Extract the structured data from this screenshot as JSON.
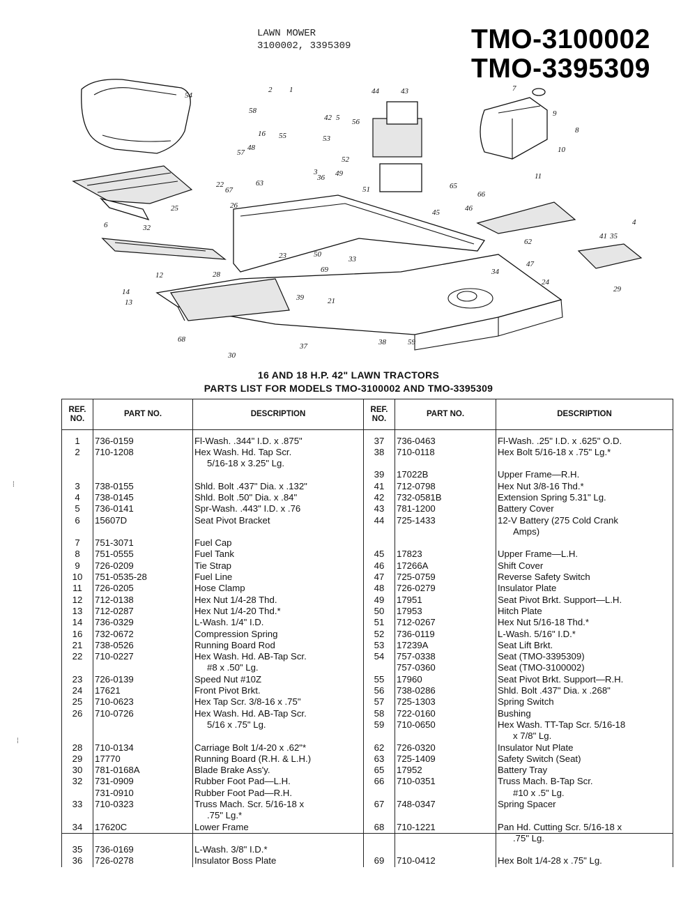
{
  "header": {
    "product": "LAWN MOWER",
    "models_line": "3100002, 3395309",
    "model_1": "TMO-3100002",
    "model_2": "TMO-3395309"
  },
  "diagram": {
    "callouts": [
      "1",
      "2",
      "3",
      "4",
      "5",
      "6",
      "7",
      "8",
      "9",
      "10",
      "11",
      "12",
      "13",
      "14",
      "16",
      "21",
      "22",
      "23",
      "24",
      "25",
      "26",
      "28",
      "29",
      "30",
      "32",
      "33",
      "34",
      "35",
      "36",
      "37",
      "38",
      "39",
      "41",
      "42",
      "43",
      "44",
      "45",
      "46",
      "47",
      "48",
      "49",
      "50",
      "51",
      "52",
      "53",
      "54",
      "55",
      "56",
      "57",
      "58",
      "59",
      "62",
      "63",
      "65",
      "66",
      "67",
      "68",
      "69"
    ]
  },
  "caption": {
    "line1": "16 AND 18 H.P. 42\" LAWN TRACTORS",
    "line2": "PARTS LIST FOR MODELS TMO-3100002 AND TMO-3395309"
  },
  "table": {
    "headers": {
      "ref": "REF. NO.",
      "part": "PART NO.",
      "desc": "DESCRIPTION"
    },
    "rows": [
      {
        "l_ref": "1",
        "l_part": "736-0159",
        "l_desc": "Fl-Wash. .344\" I.D. x .875\"",
        "r_ref": "37",
        "r_part": "736-0463",
        "r_desc": "Fl-Wash. .25\" I.D. x .625\" O.D."
      },
      {
        "l_ref": "2",
        "l_part": "710-1208",
        "l_desc": "Hex Wash. Hd. Tap Scr.",
        "l_desc2": "5/16-18 x 3.25\" Lg.",
        "r_ref": "38",
        "r_part": "710-0118",
        "r_desc": "Hex Bolt 5/16-18 x .75\" Lg.*"
      },
      {
        "l_ref": "",
        "l_part": "",
        "l_desc": "",
        "r_ref": "39",
        "r_part": "17022B",
        "r_desc": "Upper Frame—R.H."
      },
      {
        "l_ref": "3",
        "l_part": "738-0155",
        "l_desc": "Shld. Bolt .437\" Dia. x .132\"",
        "r_ref": "41",
        "r_part": "712-0798",
        "r_desc": "Hex Nut 3/8-16 Thd.*"
      },
      {
        "l_ref": "4",
        "l_part": "738-0145",
        "l_desc": "Shld. Bolt .50\" Dia. x .84\"",
        "r_ref": "42",
        "r_part": "732-0581B",
        "r_desc": "Extension Spring 5.31\" Lg."
      },
      {
        "l_ref": "5",
        "l_part": "736-0141",
        "l_desc": "Spr-Wash. .443\" I.D. x .76",
        "r_ref": "43",
        "r_part": "781-1200",
        "r_desc": "Battery Cover"
      },
      {
        "l_ref": "6",
        "l_part": "15607D",
        "l_desc": "Seat Pivot Bracket",
        "r_ref": "44",
        "r_part": "725-1433",
        "r_desc": "12-V Battery (275 Cold Crank",
        "r_desc2": "Amps)"
      },
      {
        "l_ref": "7",
        "l_part": "751-3071",
        "l_desc": "Fuel Cap",
        "r_ref": "",
        "r_part": "",
        "r_desc": ""
      },
      {
        "l_ref": "8",
        "l_part": "751-0555",
        "l_desc": "Fuel Tank",
        "r_ref": "45",
        "r_part": "17823",
        "r_desc": "Upper Frame—L.H."
      },
      {
        "l_ref": "9",
        "l_part": "726-0209",
        "l_desc": "Tie Strap",
        "r_ref": "46",
        "r_part": "17266A",
        "r_desc": "Shift Cover"
      },
      {
        "l_ref": "10",
        "l_part": "751-0535-28",
        "l_desc": "Fuel Line",
        "r_ref": "47",
        "r_part": "725-0759",
        "r_desc": "Reverse Safety Switch"
      },
      {
        "l_ref": "11",
        "l_part": "726-0205",
        "l_desc": "Hose Clamp",
        "r_ref": "48",
        "r_part": "726-0279",
        "r_desc": "Insulator Plate"
      },
      {
        "l_ref": "12",
        "l_part": "712-0138",
        "l_desc": "Hex Nut 1/4-28 Thd.",
        "r_ref": "49",
        "r_part": "17951",
        "r_desc": "Seat Pivot Brkt. Support—L.H."
      },
      {
        "l_ref": "13",
        "l_part": "712-0287",
        "l_desc": "Hex Nut 1/4-20 Thd.*",
        "r_ref": "50",
        "r_part": "17953",
        "r_desc": "Hitch Plate"
      },
      {
        "l_ref": "14",
        "l_part": "736-0329",
        "l_desc": "L-Wash. 1/4\" I.D.",
        "r_ref": "51",
        "r_part": "712-0267",
        "r_desc": "Hex Nut 5/16-18 Thd.*"
      },
      {
        "l_ref": "16",
        "l_part": "732-0672",
        "l_desc": "Compression Spring",
        "r_ref": "52",
        "r_part": "736-0119",
        "r_desc": "L-Wash. 5/16\" I.D.*"
      },
      {
        "l_ref": "21",
        "l_part": "738-0526",
        "l_desc": "Running Board Rod",
        "r_ref": "53",
        "r_part": "17239A",
        "r_desc": "Seat Lift Brkt."
      },
      {
        "l_ref": "22",
        "l_part": "710-0227",
        "l_desc": "Hex Wash. Hd. AB-Tap Scr.",
        "r_ref": "54",
        "r_part": "757-0338",
        "r_desc": "Seat (TMO-3395309)"
      },
      {
        "l_ref": "",
        "l_part": "",
        "l_desc": "",
        "l_desc2": "#8 x .50\" Lg.",
        "r_ref": "",
        "r_part": "757-0360",
        "r_desc": "Seat (TMO-3100002)"
      },
      {
        "l_ref": "23",
        "l_part": "726-0139",
        "l_desc": "Speed Nut #10Z",
        "r_ref": "55",
        "r_part": "17960",
        "r_desc": "Seat Pivot Brkt. Support—R.H."
      },
      {
        "l_ref": "24",
        "l_part": "17621",
        "l_desc": "Front Pivot Brkt.",
        "r_ref": "56",
        "r_part": "738-0286",
        "r_desc": "Shld. Bolt .437\" Dia. x .268\""
      },
      {
        "l_ref": "25",
        "l_part": "710-0623",
        "l_desc": "Hex Tap Scr. 3/8-16 x .75\"",
        "r_ref": "57",
        "r_part": "725-1303",
        "r_desc": "Spring Switch"
      },
      {
        "l_ref": "26",
        "l_part": "710-0726",
        "l_desc": "Hex Wash. Hd. AB-Tap Scr.",
        "r_ref": "58",
        "r_part": "722-0160",
        "r_desc": "Bushing"
      },
      {
        "l_ref": "",
        "l_part": "",
        "l_desc": "",
        "l_desc2": "5/16 x .75\" Lg.",
        "r_ref": "59",
        "r_part": "710-0650",
        "r_desc": "Hex Wash. TT-Tap Scr. 5/16-18",
        "r_desc2": "x 7/8\" Lg."
      },
      {
        "l_ref": "28",
        "l_part": "710-0134",
        "l_desc": "Carriage Bolt 1/4-20 x .62\"*",
        "r_ref": "62",
        "r_part": "726-0320",
        "r_desc": "Insulator Nut Plate"
      },
      {
        "l_ref": "29",
        "l_part": "17770",
        "l_desc": "Running Board (R.H. & L.H.)",
        "r_ref": "63",
        "r_part": "725-1409",
        "r_desc": "Safety Switch (Seat)"
      },
      {
        "l_ref": "30",
        "l_part": "781-0168A",
        "l_desc": "Blade Brake Ass'y.",
        "r_ref": "65",
        "r_part": "17952",
        "r_desc": "Battery Tray"
      },
      {
        "l_ref": "32",
        "l_part": "731-0909",
        "l_desc": "Rubber Foot Pad—L.H.",
        "r_ref": "66",
        "r_part": "710-0351",
        "r_desc": "Truss Mach. B-Tap Scr."
      },
      {
        "l_ref": "",
        "l_part": "731-0910",
        "l_desc": "Rubber Foot Pad—R.H.",
        "r_ref": "",
        "r_part": "",
        "r_desc": "",
        "r_desc2": "#10 x .5\" Lg."
      },
      {
        "l_ref": "33",
        "l_part": "710-0323",
        "l_desc": "Truss Mach. Scr. 5/16-18 x",
        "l_desc2": ".75\" Lg.*",
        "r_ref": "67",
        "r_part": "748-0347",
        "r_desc": "Spring Spacer"
      },
      {
        "l_ref": "34",
        "l_part": "17620C",
        "l_desc": "Lower Frame",
        "r_ref": "68",
        "r_part": "710-1221",
        "r_desc": "Pan Hd. Cutting Scr. 5/16-18 x",
        "r_desc2": ".75\" Lg."
      },
      {
        "l_ref": "35",
        "l_part": "736-0169",
        "l_desc": "L-Wash. 3/8\" I.D.*",
        "r_ref": "",
        "r_part": "",
        "r_desc": ""
      },
      {
        "l_ref": "36",
        "l_part": "726-0278",
        "l_desc": "Insulator Boss Plate",
        "r_ref": "69",
        "r_part": "710-0412",
        "r_desc": "Hex Bolt 1/4-28 x .75\" Lg."
      }
    ]
  }
}
